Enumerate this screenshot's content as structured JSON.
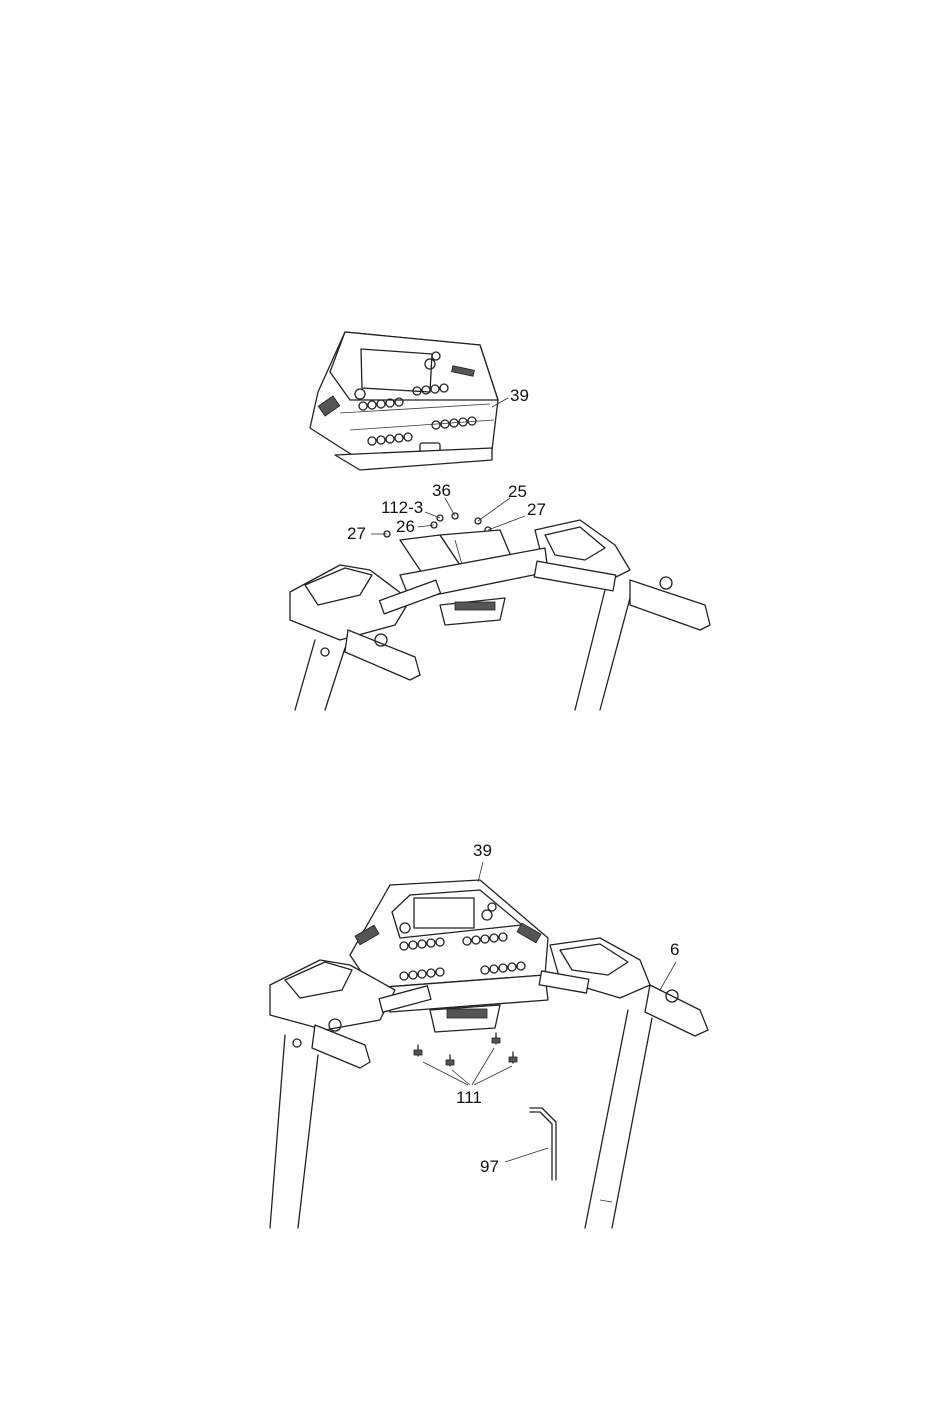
{
  "figure1": {
    "labels": {
      "console": "39",
      "screw_36": "36",
      "screw_25": "25",
      "bracket_112_3": "112-3",
      "washer_27_right": "27",
      "washer_26": "26",
      "washer_27_left": "27"
    }
  },
  "figure2": {
    "labels": {
      "console": "39",
      "handlebar": "6",
      "screws": "111",
      "allen_key": "97"
    }
  }
}
